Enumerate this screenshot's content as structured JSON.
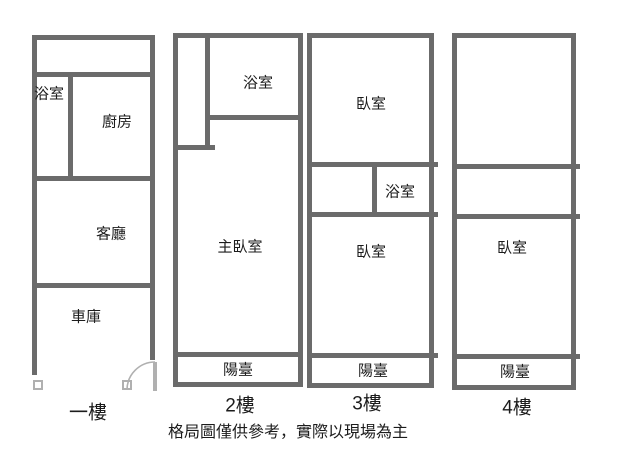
{
  "colors": {
    "wall": "#6b6b6b",
    "door": "#b0b0b0",
    "text": "#1c1c1c"
  },
  "floors": [
    {
      "label": "一樓",
      "rooms": {
        "bathroom": "浴室",
        "kitchen": "廚房",
        "living_room": "客廳",
        "garage": "車庫"
      }
    },
    {
      "label": "2樓",
      "rooms": {
        "bathroom": "浴室",
        "master_bedroom": "主臥室",
        "balcony": "陽臺"
      }
    },
    {
      "label": "3樓",
      "rooms": {
        "bedroom_top": "臥室",
        "bathroom": "浴室",
        "bedroom_bottom": "臥室",
        "balcony": "陽臺"
      }
    },
    {
      "label": "4樓",
      "rooms": {
        "bedroom": "臥室",
        "balcony": "陽臺"
      }
    }
  ],
  "disclaimer": "格局圖僅供參考，實際以現場為主"
}
